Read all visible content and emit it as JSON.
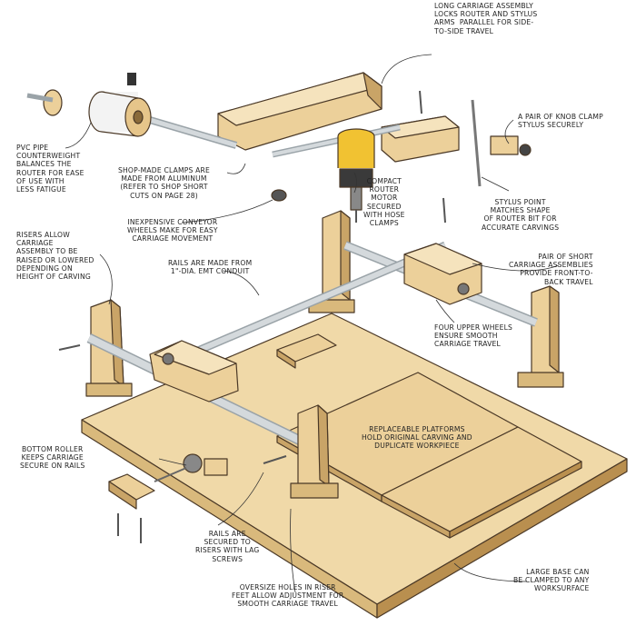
{
  "palette": {
    "wood": "#f0d9a8",
    "wood_shade": "#d9b97c",
    "wood_dark": "#b98f4f",
    "outline": "#4a3826",
    "pipe": "#d4d9dc",
    "pipe_shade": "#9aa3a8",
    "router_yellow": "#f1c232",
    "router_dark": "#3a3a3a",
    "leader": "#333333",
    "text": "#222222"
  },
  "callouts": {
    "long_carriage": "LONG CARRIAGE ASSEMBLY\nLOCKS ROUTER AND STYLUS\nARMS  PARALLEL FOR SIDE-\nTO-SIDE TRAVEL",
    "knob_clamps": "A PAIR OF KNOB CLAMP\nSTYLUS SECURELY",
    "pvc_pipe": "PVC PIPE\nCOUNTERWEIGHT\nBALANCES THE\nROUTER FOR EASE\nOF USE WITH\nLESS FATIGUE",
    "shop_clamps": "SHOP-MADE CLAMPS ARE\nMADE FROM ALUMINUM\n(REFER TO SHOP SHORT\nCUTS ON PAGE 28)",
    "compact_router": "COMPACT\nROUTER\nMOTOR\nSECURED\nWITH HOSE\nCLAMPS",
    "stylus_point": "STYLUS POINT\nMATCHES SHAPE\nOF ROUTER BIT FOR\nACCURATE CARVINGS",
    "conveyor_wheels": "INEXPENSIVE CONVEYOR\nWHEELS MAKE FOR EASY\nCARRIAGE MOVEMENT",
    "risers": "RISERS ALLOW\nCARRIAGE\nASSEMBLY TO BE\nRAISED OR LOWERED\nDEPENDING ON\nHEIGHT OF CARVING",
    "rails_conduit": "RAILS ARE MADE FROM\n1\"-DIA. EMT CONDUIT",
    "short_carriage": "PAIR OF SHORT\nCARRIAGE ASSEMBLIES\nPROVIDE FRONT-TO-\nBACK TRAVEL",
    "upper_wheels": "FOUR UPPER WHEELS\nENSURE SMOOTH\nCARRIAGE TRAVEL",
    "platforms": "REPLACEABLE PLATFORMS\nHOLD ORIGINAL CARVING AND\nDUPLICATE WORKPIECE",
    "bottom_roller": "BOTTOM ROLLER\nKEEPS CARRIAGE\nSECURE ON RAILS",
    "rails_secured": "RAILS ARE\nSECURED TO\nRISERS WITH LAG\nSCREWS",
    "oversize_holes": "OVERSIZE HOLES IN RISER\nFEET ALLOW ADJUSTMENT FOR\nSMOOTH CARRIAGE TRAVEL",
    "large_base": "LARGE BASE CAN\nBE CLAMPED TO ANY\nWORKSURFACE"
  }
}
